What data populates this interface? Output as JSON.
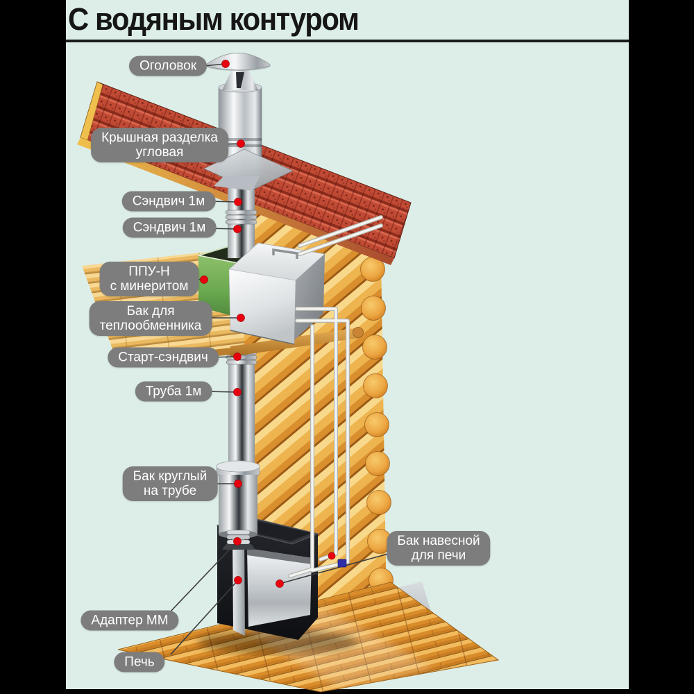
{
  "title": "С водяным контуром",
  "palette": {
    "background": "#dceee7",
    "frame": "#000000",
    "title_text": "#161616",
    "divider": "#1c1c1c",
    "callout_bg": "#7d7d7d",
    "callout_text": "#ffffff",
    "marker_red": "#e8000f",
    "marker_blue": "#2e2ea6",
    "roof_red": "#c14a34",
    "roof_edge_yellow": "#f0c04e",
    "log_wood": "#eeb14e",
    "floor_wood": "#e09432",
    "insulation_green": "#6fae57",
    "metal_light": "#f4f6f7",
    "stove_black": "#17181c"
  },
  "callouts": [
    {
      "id": "ogolovok",
      "line1": "Оголовок",
      "line2": ""
    },
    {
      "id": "kryshnaya-razdelka",
      "line1": "Крышная разделка",
      "line2": "угловая"
    },
    {
      "id": "sandwich-1m-upper",
      "line1": "Сэндвич 1м",
      "line2": ""
    },
    {
      "id": "sandwich-1m-lower",
      "line1": "Сэндвич 1м",
      "line2": ""
    },
    {
      "id": "ppu-n",
      "line1": "ППУ-Н",
      "line2": "с минеритом"
    },
    {
      "id": "bak-teploobmennika",
      "line1": "Бак для",
      "line2": "теплообменника"
    },
    {
      "id": "start-sandwich",
      "line1": "Старт-сэндвич",
      "line2": ""
    },
    {
      "id": "truba-1m",
      "line1": "Труба 1м",
      "line2": ""
    },
    {
      "id": "bak-kruglyj",
      "line1": "Бак круглый",
      "line2": "на трубе"
    },
    {
      "id": "adapter-mm",
      "line1": "Адаптер ММ",
      "line2": ""
    },
    {
      "id": "pech",
      "line1": "Печь",
      "line2": ""
    },
    {
      "id": "bak-navesnoj",
      "line1": "Бак навесной",
      "line2": "для печи"
    }
  ]
}
